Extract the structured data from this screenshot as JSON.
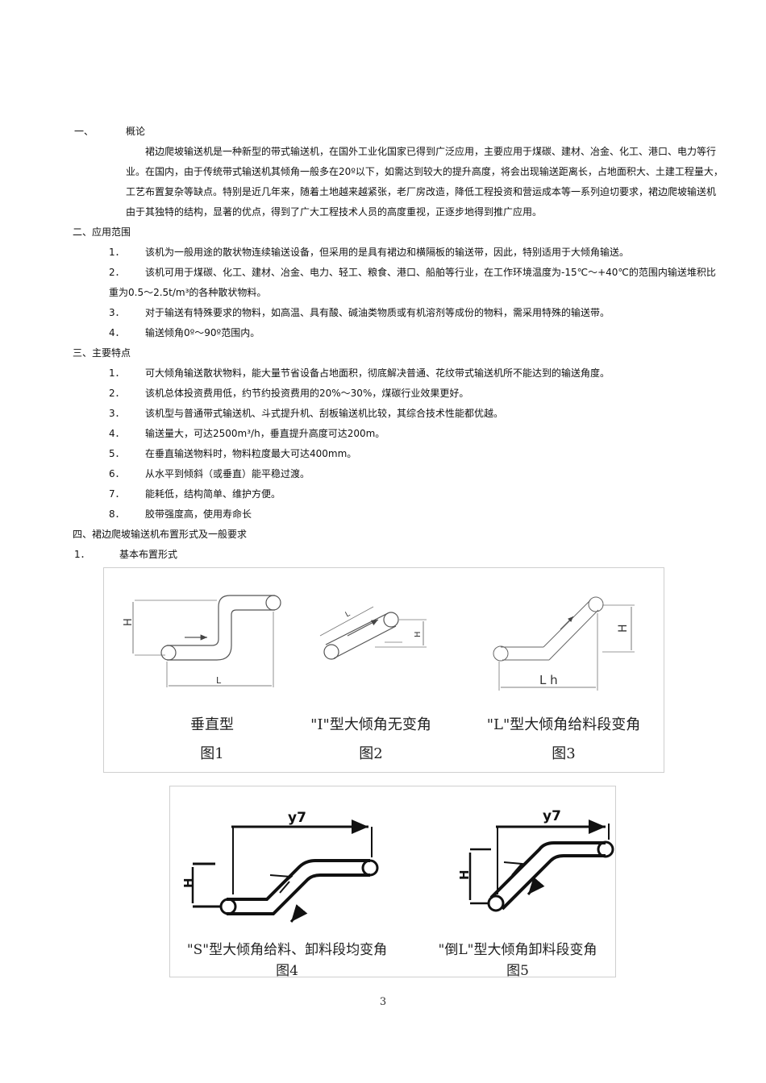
{
  "sec1": {
    "num": "一、",
    "title": "概论",
    "lines": [
      "裙边爬坡输送机是一种新型的带式输送机，在国外工业化国家已得到广泛应用，主要应用于煤碳、建材、冶金、化工、港口、电力等行",
      "业。在国内，由于传统带式输送机其倾角一般多在20º以下，如需达到较大的提升高度，将会出现输送距离长，占地面积大、土建工程量大，",
      "工艺布置复杂等缺点。特别是近几年来，随着土地越来越紧张，老厂房改造，降低工程投资和营运成本等一系列迫切要求，裙边爬坡输送机",
      "由于其独特的结构，显著的优点，得到了广大工程技术人员的高度重视，正逐步地得到推广应用。"
    ]
  },
  "sec2": {
    "title": "二、应用范围",
    "items": [
      {
        "num": "1．",
        "text": "该机为一般用途的散状物连续输送设备，但采用的是具有裙边和横隔板的输送带，因此，特别适用于大倾角输送。"
      },
      {
        "num": "2．",
        "text": "该机可用于煤碳、化工、建材、冶金、电力、轻工、粮食、港口、船舶等行业，在工作环境温度为-15℃～+40℃的范围内输送堆积比"
      },
      {
        "num": "",
        "text": "重为0.5～2.5t/m³的各种散状物料。"
      },
      {
        "num": "3．",
        "text": "对于输送有特殊要求的物料，如高温、具有酸、碱油类物质或有机溶剂等成份的物料，需采用特殊的输送带。"
      },
      {
        "num": "4．",
        "text": "输送倾角0º～90º范围内。"
      }
    ]
  },
  "sec3": {
    "title": "三、主要特点",
    "items": [
      {
        "num": "1．",
        "text": "可大倾角输送散状物料，能大量节省设备占地面积，彻底解决普通、花纹带式输送机所不能达到的输送角度。"
      },
      {
        "num": "2．",
        "text": "该机总体投资费用低，约节约投资费用的20%～30%，煤碳行业效果更好。"
      },
      {
        "num": "3．",
        "text": "该机型与普通带式输送机、斗式提升机、刮板输送机比较，其综合技术性能都优越。"
      },
      {
        "num": "4．",
        "text": "输送量大，可达2500m³/h，垂直提升高度可达200m。"
      },
      {
        "num": "5．",
        "text": "在垂直输送物料时，物料粒度最大可达400mm。"
      },
      {
        "num": "6．",
        "text": "从水平到倾斜（或垂直）能平稳过渡。"
      },
      {
        "num": "7．",
        "text": "能耗低，结构简单、维护方便。"
      },
      {
        "num": "8．",
        "text": "胶带强度高，使用寿命长"
      }
    ]
  },
  "sec4": {
    "title": "四、裙边爬坡输送机布置形式及一般要求",
    "sub_num": "1．",
    "sub_title": "基本布置形式"
  },
  "figures": {
    "fig1": {
      "name": "垂直型",
      "label": "图1",
      "h": "H",
      "l": "L"
    },
    "fig2": {
      "name": "\"I\"型大倾角无变角",
      "label": "图2",
      "h": "H",
      "l": "L"
    },
    "fig3": {
      "name": "\"L\"型大倾角给料段变角",
      "label": "图3",
      "h": "H",
      "l": "L h"
    },
    "fig4": {
      "name": "\"S\"型大倾角给料、卸料段均变角",
      "label": "图4",
      "h": "H",
      "l": "y7"
    },
    "fig5": {
      "name": "\"倒L\"型大倾角卸料段变角",
      "label": "图5",
      "h": "H",
      "l": "y7"
    }
  },
  "page_number": "3"
}
